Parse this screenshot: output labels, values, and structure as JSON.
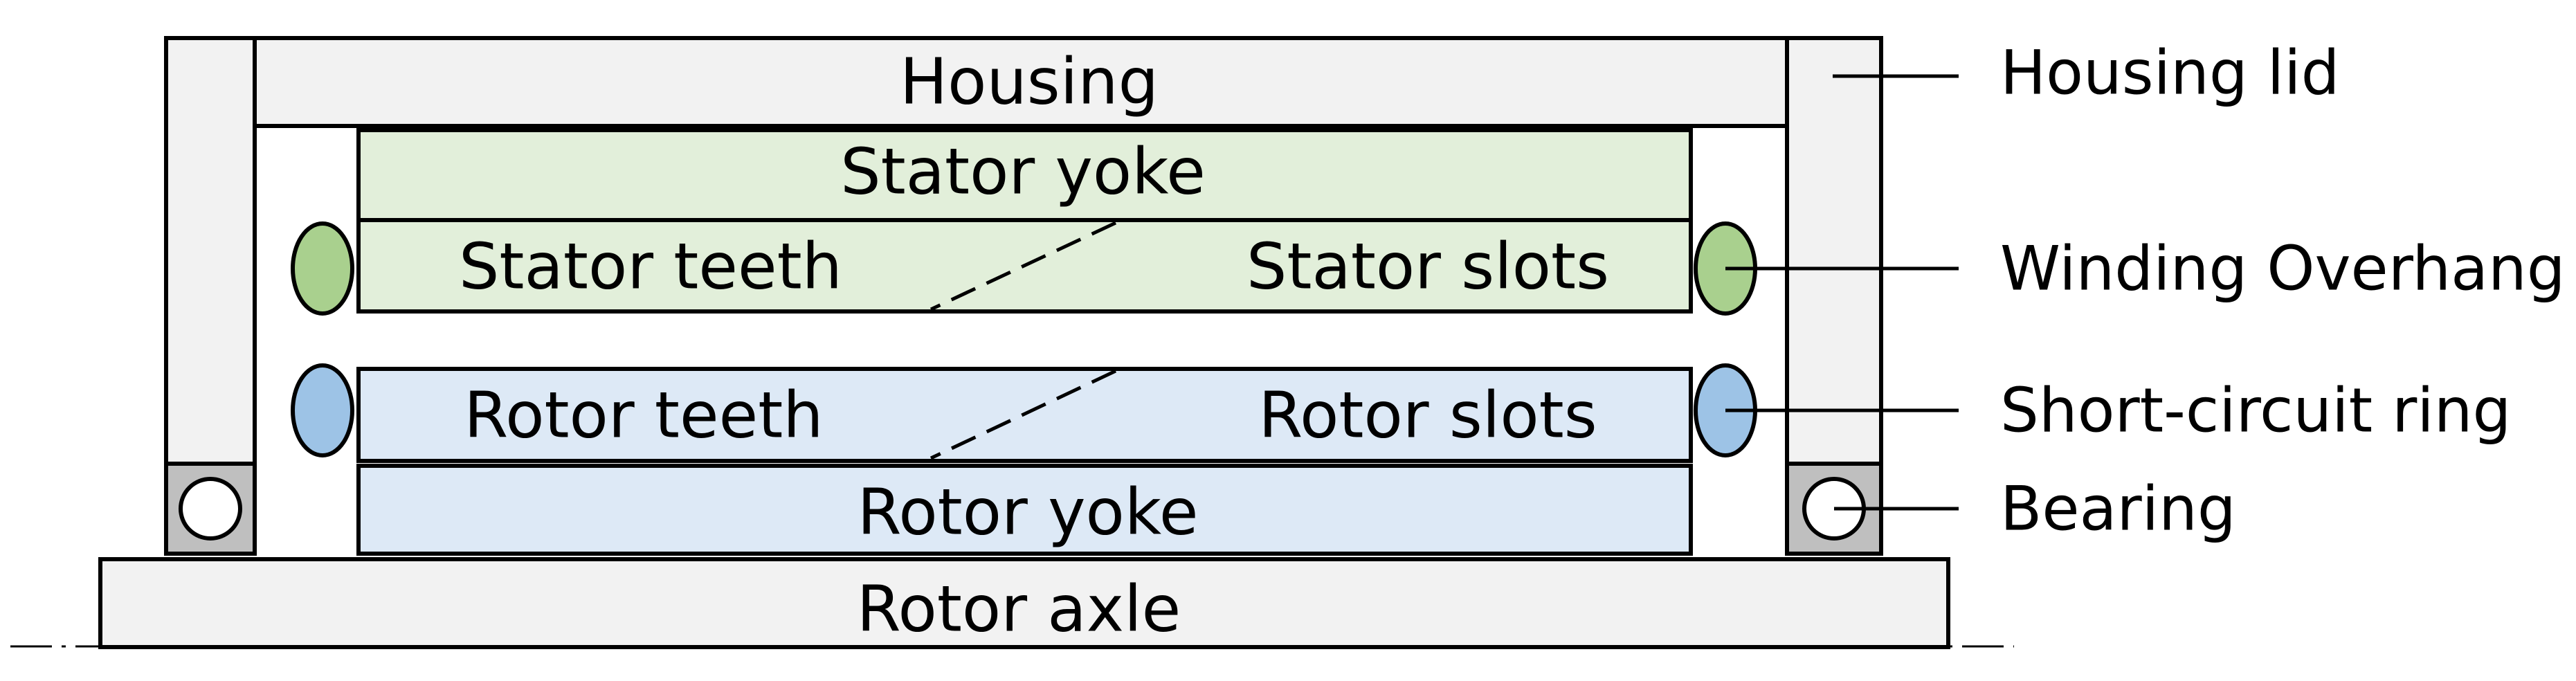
{
  "colors": {
    "housing_fill": "#f2f2f2",
    "stator_fill": "#e2efda",
    "rotor_fill": "#dde9f6",
    "winding_overhang_fill": "#a9d08e",
    "short_circuit_ring_fill": "#9dc3e6",
    "bearing_fill": "#bfbfbf",
    "bearing_ball_fill": "#ffffff",
    "line": "#000000"
  },
  "parts": {
    "housing": "Housing",
    "stator_yoke": "Stator yoke",
    "stator_teeth": "Stator teeth",
    "stator_slots": "Stator slots",
    "rotor_teeth": "Rotor teeth",
    "rotor_slots": "Rotor slots",
    "rotor_yoke": "Rotor yoke",
    "rotor_axle": "Rotor axle"
  },
  "callouts": {
    "housing_lid": "Housing lid",
    "winding_overhang": "Winding Overhang",
    "short_circuit_ring": "Short-circuit ring",
    "bearing": "Bearing"
  }
}
